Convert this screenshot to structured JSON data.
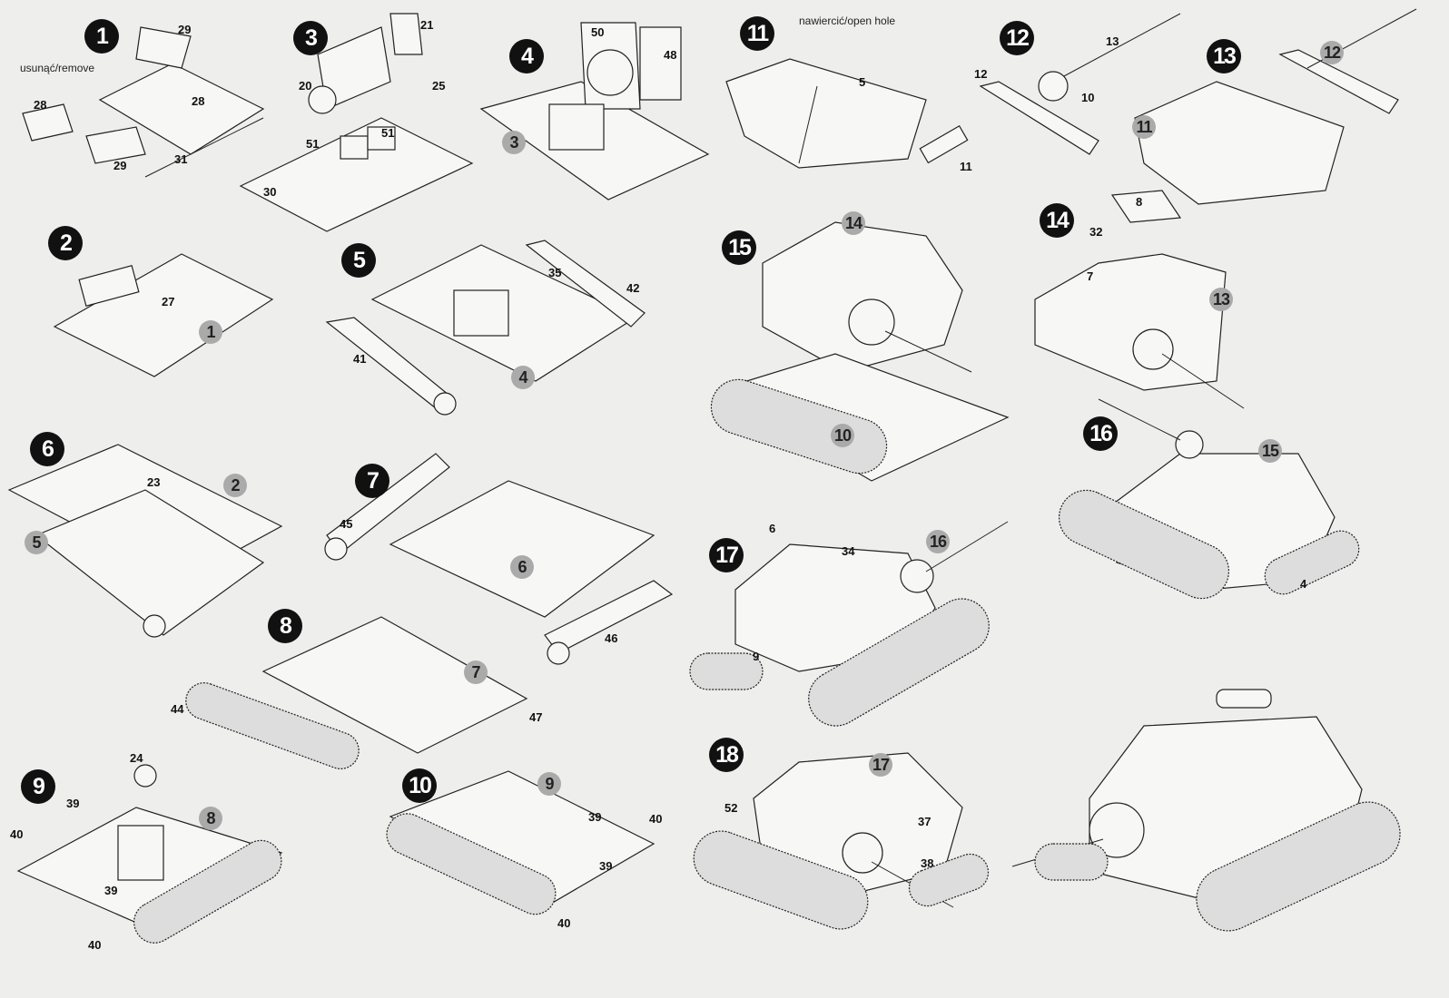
{
  "steps": {
    "s1": {
      "num": "1",
      "labels": [
        "29",
        "usunąć/remove",
        "28",
        "28",
        "29",
        "31"
      ]
    },
    "s2": {
      "num": "2",
      "labels": [
        "27"
      ],
      "refs": [
        "1"
      ]
    },
    "s3": {
      "num": "3",
      "labels": [
        "21",
        "20",
        "25",
        "51",
        "51",
        "30"
      ]
    },
    "s4": {
      "num": "4",
      "labels": [
        "50",
        "48"
      ],
      "refs": [
        "3"
      ]
    },
    "s5": {
      "num": "5",
      "labels": [
        "35",
        "42",
        "41"
      ],
      "refs": [
        "4"
      ]
    },
    "s6": {
      "num": "6",
      "labels": [
        "23"
      ],
      "refs": [
        "2",
        "5"
      ]
    },
    "s7": {
      "num": "7",
      "labels": [
        "45",
        "46"
      ],
      "refs": [
        "6"
      ]
    },
    "s8": {
      "num": "8",
      "labels": [
        "44",
        "47"
      ],
      "refs": [
        "7"
      ]
    },
    "s9": {
      "num": "9",
      "labels": [
        "24",
        "39",
        "40",
        "39",
        "40"
      ],
      "refs": [
        "8"
      ]
    },
    "s10": {
      "num": "10",
      "labels": [
        "39",
        "40",
        "39",
        "40"
      ],
      "refs": [
        "9"
      ]
    },
    "s11": {
      "num": "11",
      "labels": [
        "nawiercić/open hole",
        "5"
      ]
    },
    "s12": {
      "num": "12",
      "labels": [
        "13",
        "12",
        "10",
        "11"
      ]
    },
    "s13": {
      "num": "13",
      "refs": [
        "12",
        "11"
      ]
    },
    "s14": {
      "num": "14",
      "labels": [
        "8",
        "32",
        "7"
      ],
      "refs": [
        "13"
      ]
    },
    "s15": {
      "num": "15",
      "refs": [
        "14",
        "10"
      ]
    },
    "s16": {
      "num": "16",
      "labels": [
        "4"
      ],
      "refs": [
        "15"
      ]
    },
    "s17": {
      "num": "17",
      "labels": [
        "6",
        "34",
        "9"
      ],
      "refs": [
        "16"
      ]
    },
    "s18": {
      "num": "18",
      "labels": [
        "52",
        "37",
        "38"
      ],
      "refs": [
        "17"
      ]
    }
  }
}
